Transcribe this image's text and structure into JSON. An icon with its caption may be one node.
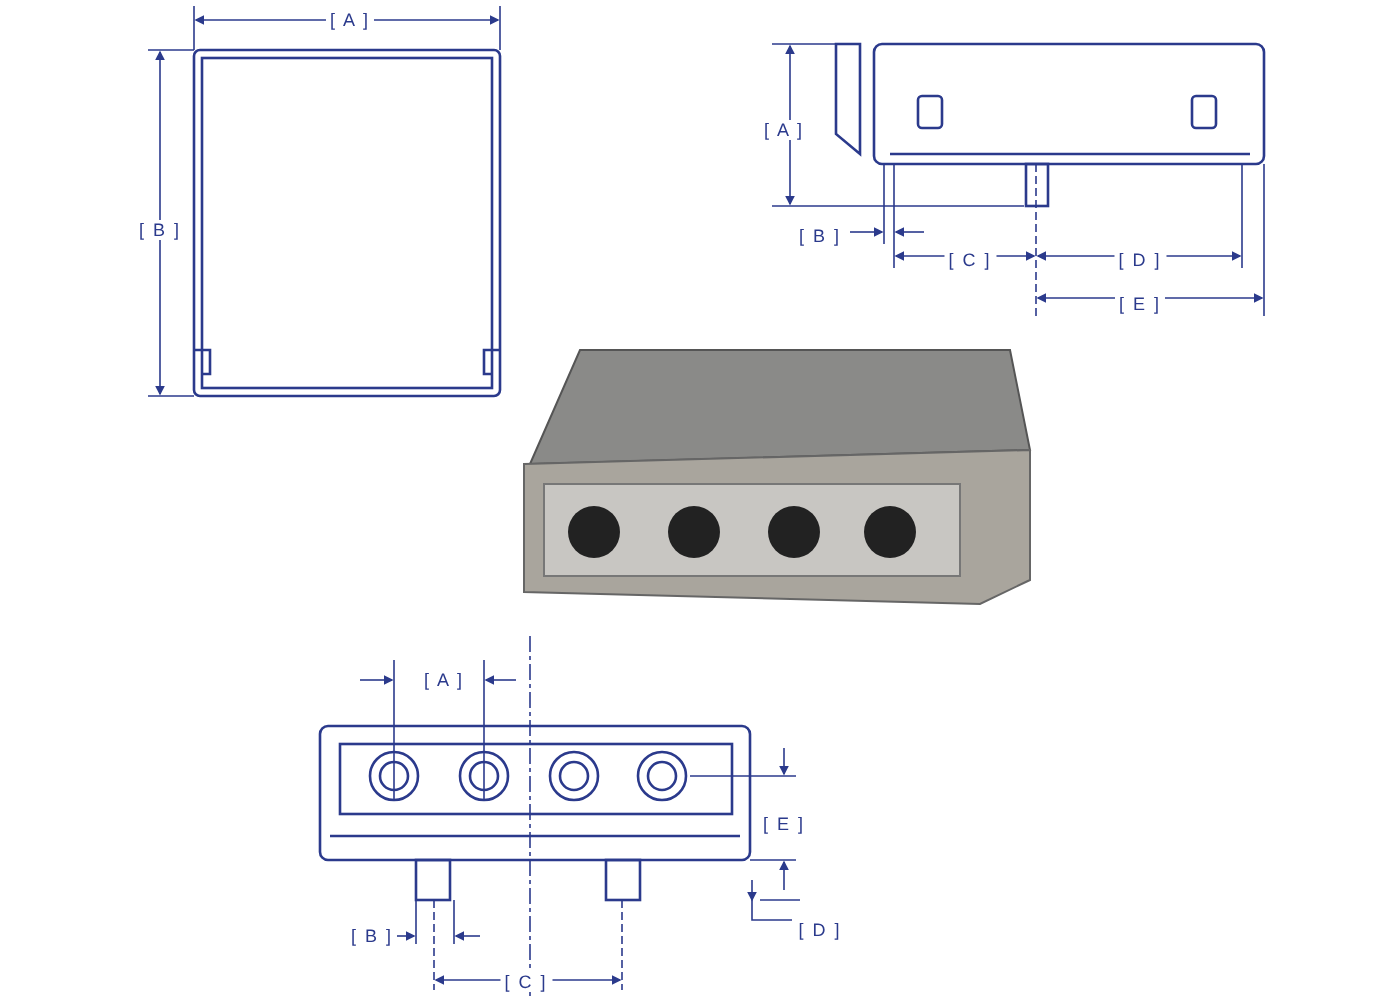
{
  "diagram": {
    "labels": [
      "[ A ]",
      "[ A ]",
      "[ B ]",
      "[ B ]",
      "[ C ]",
      "[ D ]",
      "[ E ]",
      "[ A ]",
      "[ E ]",
      "[ D ]",
      "[ B ]",
      "[ C ]"
    ]
  }
}
